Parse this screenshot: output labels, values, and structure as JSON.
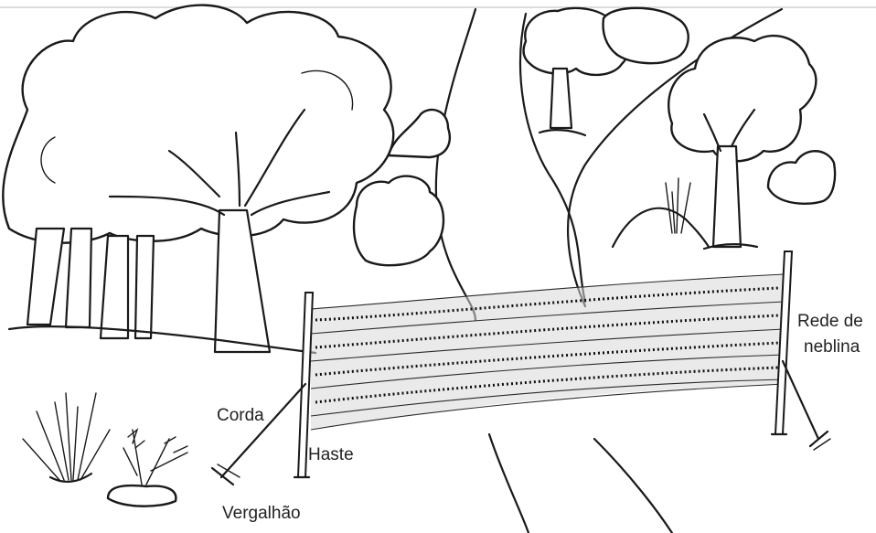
{
  "labels": {
    "rede_line1": "Rede de",
    "rede_line2": "neblina",
    "corda": "Corda",
    "haste": "Haste",
    "vergalhao": "Vergalhão"
  },
  "colors": {
    "ink": "#1a1a1a",
    "paper": "#ffffff"
  }
}
